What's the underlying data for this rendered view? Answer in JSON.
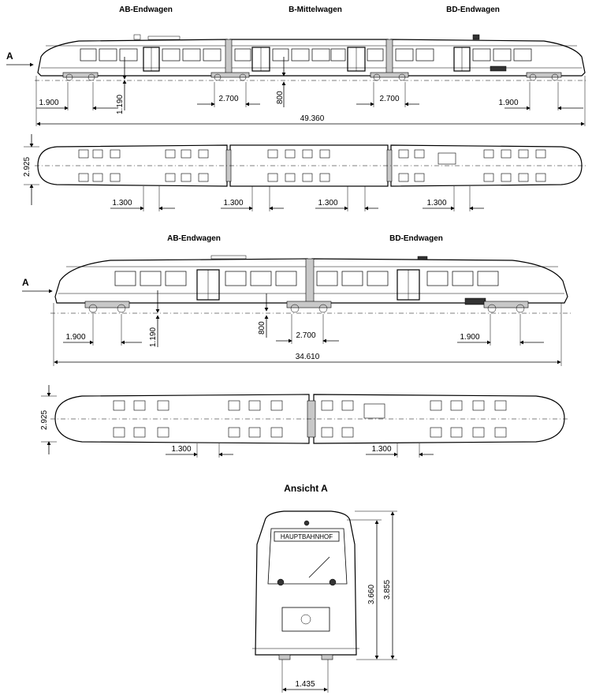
{
  "labels": {
    "ab_endwagen_1": "AB-Endwagen",
    "b_mittelwagen": "B-Mittelwagen",
    "bd_endwagen_1": "BD-Endwagen",
    "ab_endwagen_2": "AB-Endwagen",
    "bd_endwagen_2": "BD-Endwagen",
    "ansicht_a": "Ansicht A",
    "arrow_a_1": "A",
    "arrow_a_2": "A",
    "destination": "HAUPTBAHNHOF"
  },
  "dims_3car": {
    "front_bogie": "1.900",
    "height_1190": "1.190",
    "jakobs_left": "2.700",
    "floor_800": "800",
    "jakobs_right": "2.700",
    "rear_bogie": "1.900",
    "total_length": "49.360",
    "width": "2.925",
    "door_1": "1.300",
    "door_2": "1.300",
    "door_3": "1.300",
    "door_4": "1.300"
  },
  "dims_2car": {
    "front_bogie": "1.900",
    "height_1190": "1.190",
    "floor_800": "800",
    "jakobs": "2.700",
    "rear_bogie": "1.900",
    "total_length": "34.610",
    "width": "2.925",
    "door_1": "1.300",
    "door_2": "1.300"
  },
  "dims_front": {
    "height_inner": "3.660",
    "height_total": "3.855",
    "gauge": "1.435"
  }
}
